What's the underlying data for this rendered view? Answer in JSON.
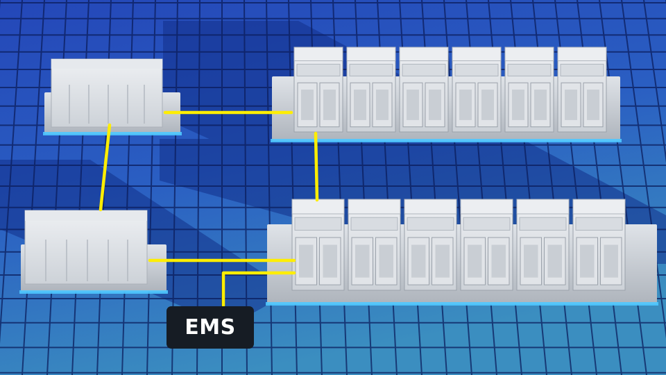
{
  "ems": {
    "label": "EMS"
  },
  "colors": {
    "background": "#1a3a9a",
    "grid_line": "#0b1d5c",
    "connection_line": "#ffee00",
    "equipment": "#dfe3e8",
    "platform": "#c7ccd3",
    "platform_glow": "#4fc8ff",
    "label_bg": "#161c24",
    "label_text": "#ffffff"
  },
  "components": {
    "pcs_units": 2,
    "battery_rows": 2,
    "battery_containers_per_row": 6
  }
}
